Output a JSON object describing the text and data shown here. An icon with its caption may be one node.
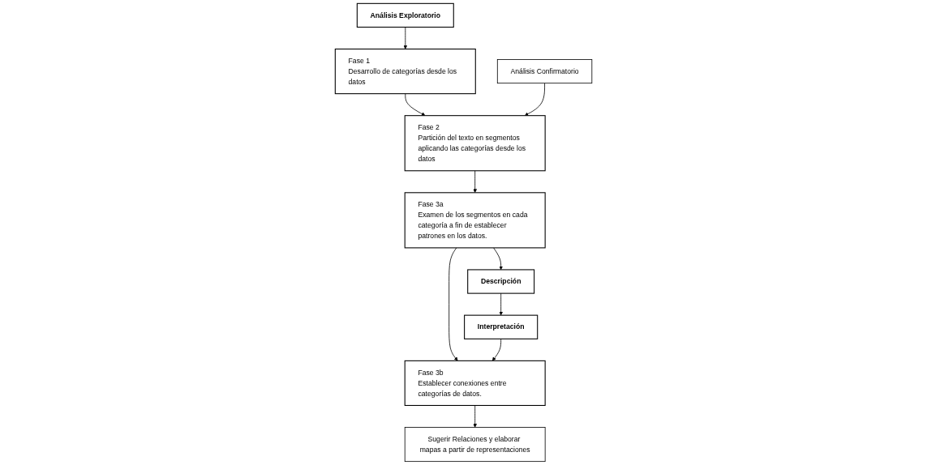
{
  "diagram": {
    "nodes": [
      {
        "text": [
          "Análisis Exploratorio"
        ]
      },
      {
        "text": [
          "Fase 1",
          "Desarrollo de categorías desde los datos"
        ]
      },
      {
        "text": [
          "Fase 2",
          "Partición del texto en segmentos aplicando las categorías desde los datos"
        ]
      },
      {
        "text": [
          "Análisis Confirmatorio"
        ]
      },
      {
        "text": [
          "Descripción"
        ]
      },
      {
        "text": [
          "Fase 3a",
          "Examen de los segmentos en cada categoría a fin de establecer patrones en los datos."
        ]
      },
      {
        "text": [
          "Interpretación"
        ]
      },
      {
        "text": [
          "Fase 3b",
          "Establecer conexiones entre categorías de datos."
        ]
      },
      {
        "text": [
          "Sugerir Relaciones y elaborar mapas a partir de representaciones"
        ]
      }
    ],
    "edges": [
      {
        "from": 0,
        "to": 1,
        "arrow": "to"
      },
      {
        "from": 1,
        "to": 2,
        "arrow": "to"
      },
      {
        "from": 3,
        "to": 2,
        "arrow": "to"
      },
      {
        "from": 2,
        "to": 5,
        "arrow": "to"
      },
      {
        "from": 5,
        "to": 4,
        "arrow": "to"
      },
      {
        "from": 4,
        "to": 6,
        "arrow": "to"
      },
      {
        "from": 5,
        "to": 7,
        "arrow": "to"
      },
      {
        "from": 6,
        "to": 7,
        "arrow": "to"
      },
      {
        "from": 7,
        "to": 8,
        "arrow": "to"
      }
    ]
  }
}
